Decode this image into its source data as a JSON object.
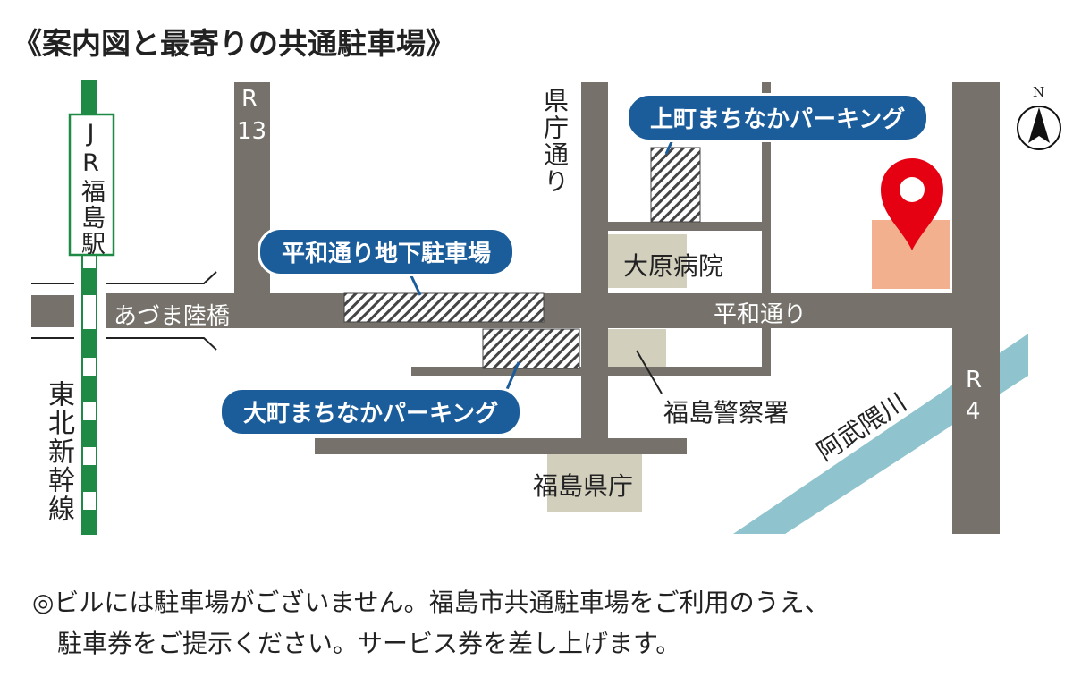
{
  "title": "《案内図と最寄りの共通駐車場》",
  "rail": {
    "station": "JR福島駅",
    "shinkansen": "東北新幹線"
  },
  "roads": {
    "r13": "R",
    "r13_num": "13",
    "r4": "R",
    "r4_num": "4",
    "kencho_dori": "県庁通り",
    "azuma": "あづま陸橋",
    "heiwa": "平和通り"
  },
  "parking": {
    "kamimachi": "上町まちなかパーキング",
    "heiwa_underground": "平和通り地下駐車場",
    "omachi": "大町まちなかパーキング"
  },
  "landmarks": {
    "hospital": "大原病院",
    "police": "福島警察署",
    "prefecture": "福島県庁",
    "river": "阿武隈川"
  },
  "compass": "N",
  "footer": [
    "◎ビルには駐車場がございません。福島市共通駐車場をご利用のうえ、",
    "駐車券をご提示ください。サービス券を差し上げます。"
  ],
  "colors": {
    "road": "#76726b",
    "building": "#d2cfbd",
    "rail": "#1e8a45",
    "pill": "#1b5c9b",
    "pin": "#e50012",
    "destination": "#f2b08e",
    "river": "#8fc4cf"
  }
}
